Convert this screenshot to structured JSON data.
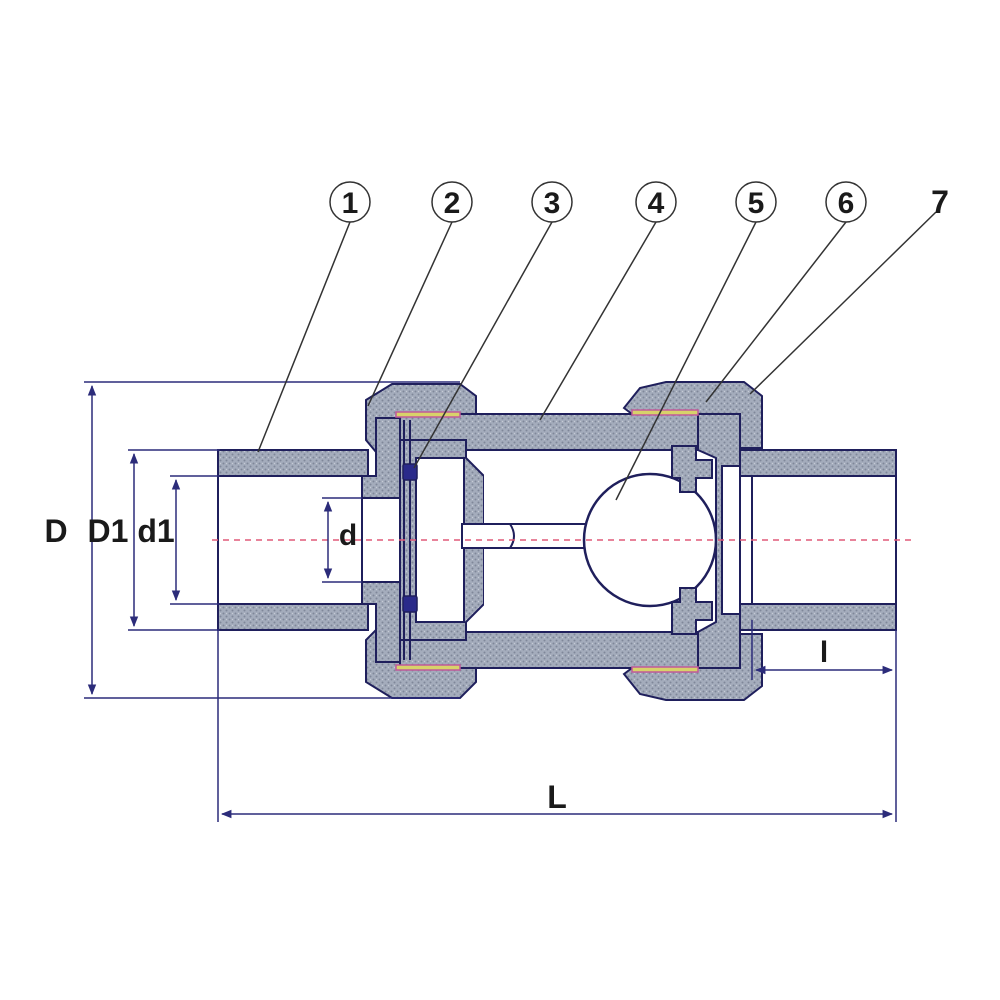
{
  "callouts": [
    {
      "id": "1",
      "label": "1"
    },
    {
      "id": "2",
      "label": "2"
    },
    {
      "id": "3",
      "label": "3"
    },
    {
      "id": "4",
      "label": "4"
    },
    {
      "id": "5",
      "label": "5"
    },
    {
      "id": "6",
      "label": "6"
    },
    {
      "id": "7",
      "label": "7"
    }
  ],
  "dimensions": {
    "D": "D",
    "D1": "D1",
    "d1": "d1",
    "d": "d",
    "l": "l",
    "L": "L"
  },
  "colors": {
    "body_fill": "#9aa3b4",
    "outline": "#1f1f5c",
    "dim_line": "#2c2c7a",
    "centerline": "#e05a78",
    "oring": "#2a2a8a",
    "seal": "#d8d26a",
    "leader": "#333333"
  }
}
